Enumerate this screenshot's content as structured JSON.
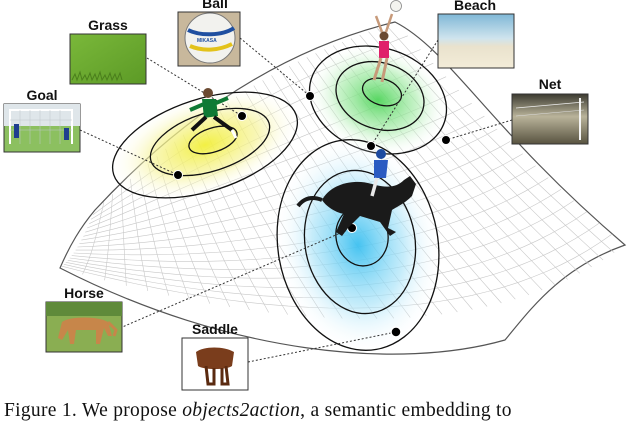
{
  "figure": {
    "objects": [
      {
        "id": "grass",
        "label": "Grass"
      },
      {
        "id": "ball",
        "label": "Ball"
      },
      {
        "id": "beach",
        "label": "Beach"
      },
      {
        "id": "goal",
        "label": "Goal"
      },
      {
        "id": "net",
        "label": "Net"
      },
      {
        "id": "horse",
        "label": "Horse"
      },
      {
        "id": "saddle",
        "label": "Saddle"
      }
    ],
    "thumbnail_logo_text": "MIKASA",
    "colors": {
      "football_cluster": "#e8e64a",
      "volleyball_cluster": "#5fd66a",
      "horse_riding_cluster": "#4fc4ee",
      "grid": "#c8c8c8",
      "contour": "#111111"
    }
  },
  "caption": {
    "prefix": "Figure 1. We propose ",
    "emphasis": "objects2action",
    "suffix": ", a semantic embedding to"
  }
}
